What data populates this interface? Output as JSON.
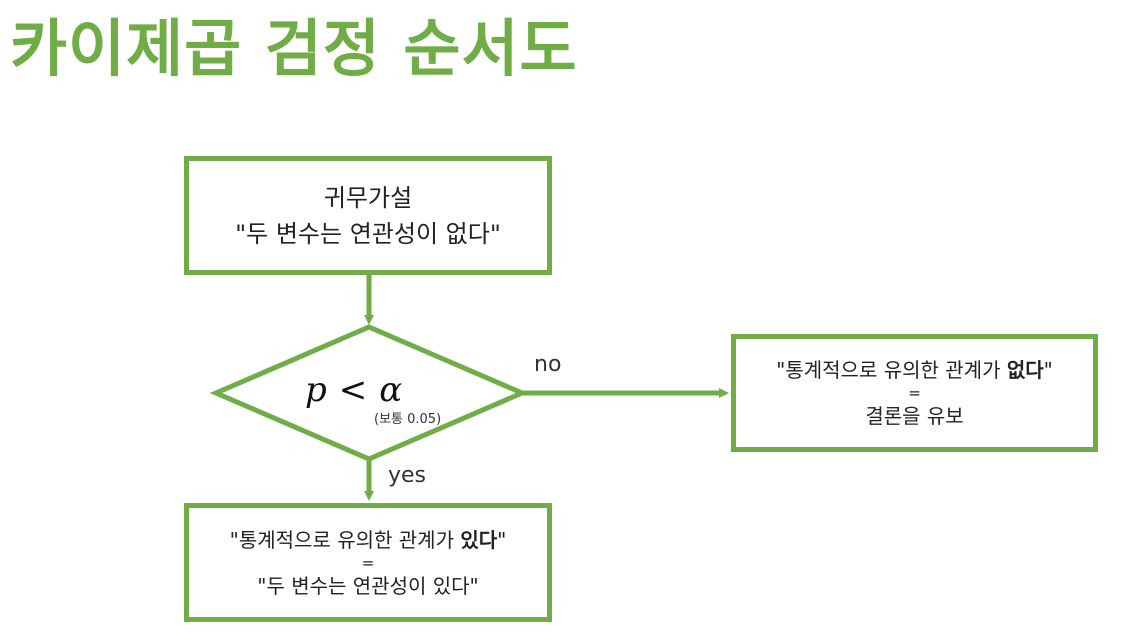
{
  "title": "카이제곱 검정 순서도",
  "colors": {
    "accent": "#70ad47",
    "text": "#222222",
    "background": "#ffffff"
  },
  "null_box": {
    "line1": "귀무가설",
    "line2": "\"두 변수는 연관성이 없다\""
  },
  "decision": {
    "p": "p",
    "op": "<",
    "alpha": "α",
    "note": "(보통 0.05)"
  },
  "branches": {
    "no": "no",
    "yes": "yes"
  },
  "no_box": {
    "line1_pre": "\"통계적으로 유의한 관계가 ",
    "line1_bold": "없다",
    "line1_post": "\"",
    "eq": "=",
    "line3": "결론을 유보"
  },
  "yes_box": {
    "line1_pre": "\"통계적으로 유의한 관계가 ",
    "line1_bold": "있다",
    "line1_post": "\"",
    "eq": "=",
    "line3": "\"두 변수는 연관성이 있다\""
  }
}
